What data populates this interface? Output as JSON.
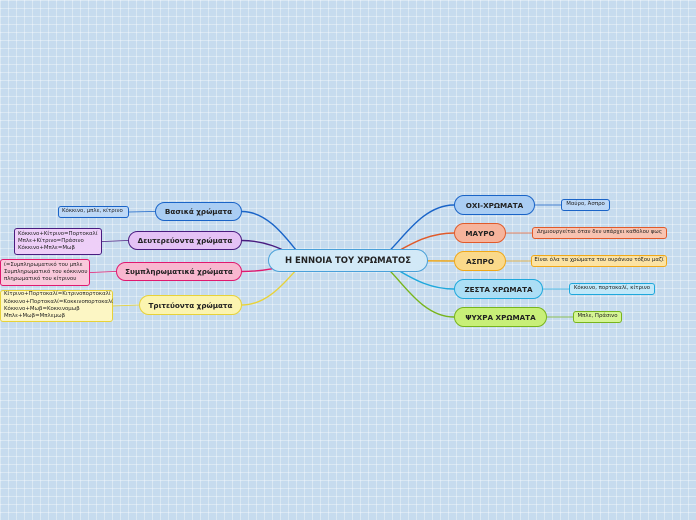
{
  "root": {
    "label": "Η ΕΝΝΟΙΑ ΤΟΥ ΧΡΩΜΑΤΟΣ"
  },
  "left_branches": [
    {
      "label": "Βασικά χρώματα",
      "note": [
        "Κόκκινο, μπλε, κίτρινο"
      ],
      "color": "#1a64c8",
      "fill": "#a9cdf3",
      "note_fill": "#bdd8f7"
    },
    {
      "label": "Δευτερεύοντα χρώματα",
      "note": [
        "Κόκκινο+Κίτρινο=Πορτοκαλί",
        "Μπλε+Κίτρινο=Πράσινο",
        "Κόκκινο+Μπλε=Μωβ"
      ],
      "color": "#4a1c80",
      "fill": "#e4c2f5",
      "note_fill": "#eecff8"
    },
    {
      "label": "Συμπληρωματικά χρώματα",
      "note": [
        "ί=Συμπληρωματικό του μπλε",
        "Συμπληρωματικό του κόκκινου",
        "πληρωματικό του κίτρινου"
      ],
      "color": "#e0186e",
      "fill": "#f8b6cf",
      "note_fill": "#f9c8da"
    },
    {
      "label": "Τριτεύοντα χρώματα",
      "note": [
        "Κίτρινο+Πορτοκαλί=Κιτρινοπορτοκαλί",
        "Κόκκινο+Πορτοκαλί=Κοκκινοπορτοκαλί",
        "Κόκκινο+Μωβ=Κοκκινομωβ",
        "Μπλε+Μωβ=Μπλεμωβ"
      ],
      "color": "#e8d23a",
      "fill": "#fbf3b0",
      "note_fill": "#fcf6c4"
    }
  ],
  "right_branches": [
    {
      "label": "ΟΧΙ-ΧΡΩΜΑΤΑ",
      "note": [
        "Μαύρο, Άσπρο"
      ],
      "color": "#1a64c8",
      "fill": "#a9cdf3",
      "note_fill": "#bdd8f7"
    },
    {
      "label": "ΜΑΥΡΟ",
      "note": [
        "Δημιουργείται όταν δεν υπάρχει καθόλου φως"
      ],
      "color": "#e05a2a",
      "fill": "#f7b49c",
      "note_fill": "#f8c3b0"
    },
    {
      "label": "ΑΣΠΡΟ",
      "note": [
        "Είναι όλα τα χρώματα του ουράνιου τόξου μαζί"
      ],
      "color": "#f0a818",
      "fill": "#fbd98a",
      "note_fill": "#fce3a3"
    },
    {
      "label": "ΖΕΣΤΑ ΧΡΩΜΑΤΑ",
      "note": [
        "Κόκκινο, πορτοκαλί, κίτρινο"
      ],
      "color": "#1ea8dc",
      "fill": "#acdff5",
      "note_fill": "#c0e8f8"
    },
    {
      "label": "ΨΥΧΡΑ ΧΡΩΜΑΤΑ",
      "note": [
        "Μπλε, Πράσινο"
      ],
      "color": "#78b41c",
      "fill": "#c8f078",
      "note_fill": "#d5f493"
    }
  ]
}
